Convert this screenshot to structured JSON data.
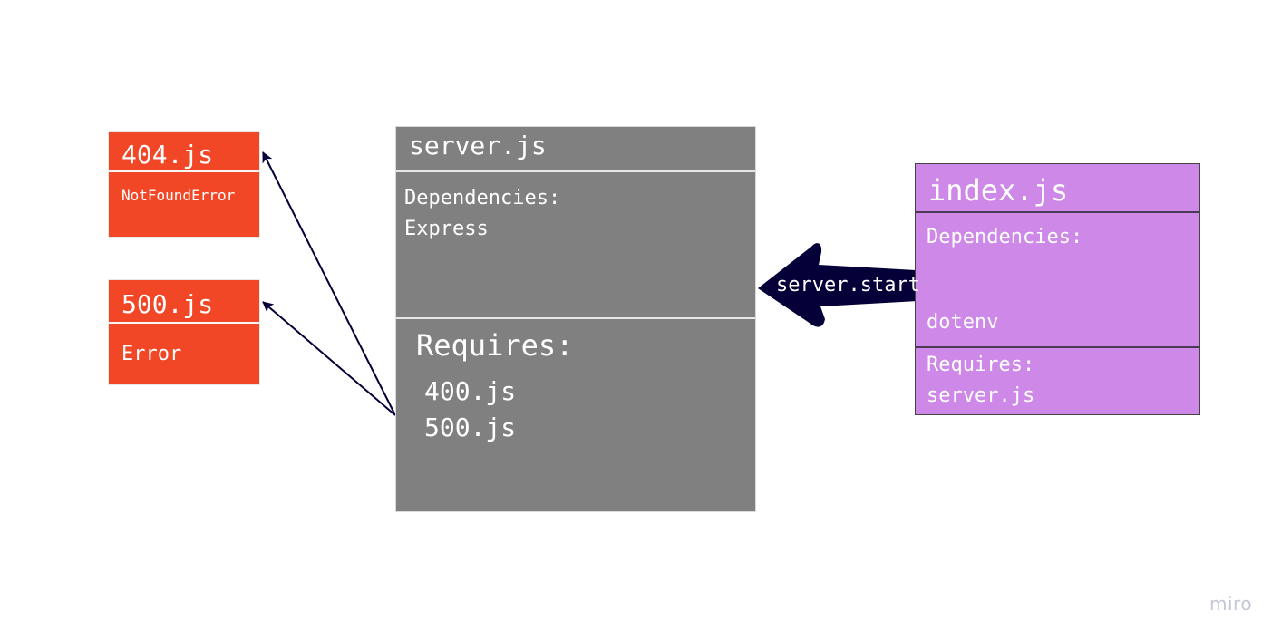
{
  "modules": {
    "notfound": {
      "title": "404.js",
      "body": "NotFoundError"
    },
    "error": {
      "title": "500.js",
      "body": "Error"
    },
    "server": {
      "title": "server.js",
      "dependencies": "Dependencies:\nExpress",
      "requires_label": "Requires:",
      "requires_items": "400.js\n500.js"
    },
    "index": {
      "title": "index.js",
      "dependencies_label": "Dependencies:",
      "dependency_item": "dotenv",
      "requires": "Requires:\nserver.js"
    }
  },
  "call_arrow": {
    "label": "server.start"
  },
  "colors": {
    "error_module": "#f24726",
    "server_module": "#808080",
    "index_module": "#cd88e8",
    "arrow": "#050038"
  },
  "brand": "miro"
}
